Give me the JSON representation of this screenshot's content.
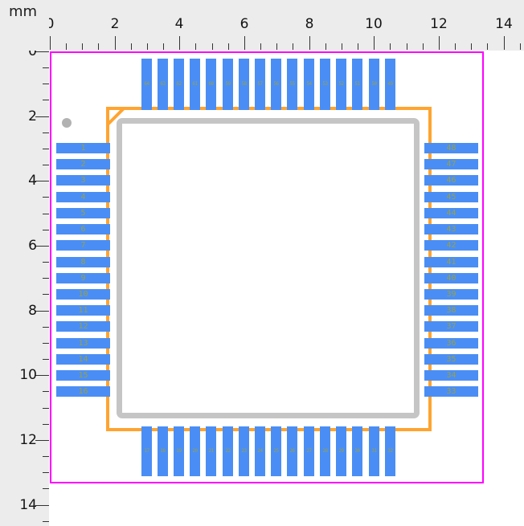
{
  "ruler": {
    "unit_label": "mm",
    "tick_labels": [
      "0",
      "2",
      "4",
      "6",
      "8",
      "10",
      "12",
      "14"
    ]
  },
  "colors": {
    "courtyard": "#ff00ff",
    "outline": "#ffa430",
    "body": "#c5c5c5",
    "pad": "#4a8ef5",
    "pad_number": "#99a145",
    "pin1_dot": "#b2b2b2",
    "ruler_background": "#ececec",
    "tick": "#333333"
  },
  "pads": {
    "left": [
      "1",
      "2",
      "3",
      "4",
      "5",
      "6",
      "7",
      "8",
      "9",
      "10",
      "11",
      "12",
      "13",
      "14",
      "15",
      "16"
    ],
    "bottom": [
      "17",
      "18",
      "19",
      "20",
      "21",
      "22",
      "23",
      "24",
      "25",
      "26",
      "27",
      "28",
      "29",
      "30",
      "31",
      "32"
    ],
    "right": [
      "48",
      "47",
      "46",
      "45",
      "44",
      "43",
      "42",
      "41",
      "40",
      "39",
      "38",
      "37",
      "36",
      "35",
      "34",
      "33"
    ],
    "top": [
      "64",
      "63",
      "62",
      "61",
      "60",
      "59",
      "58",
      "57",
      "56",
      "55",
      "54",
      "53",
      "52",
      "51",
      "50",
      "49"
    ]
  }
}
